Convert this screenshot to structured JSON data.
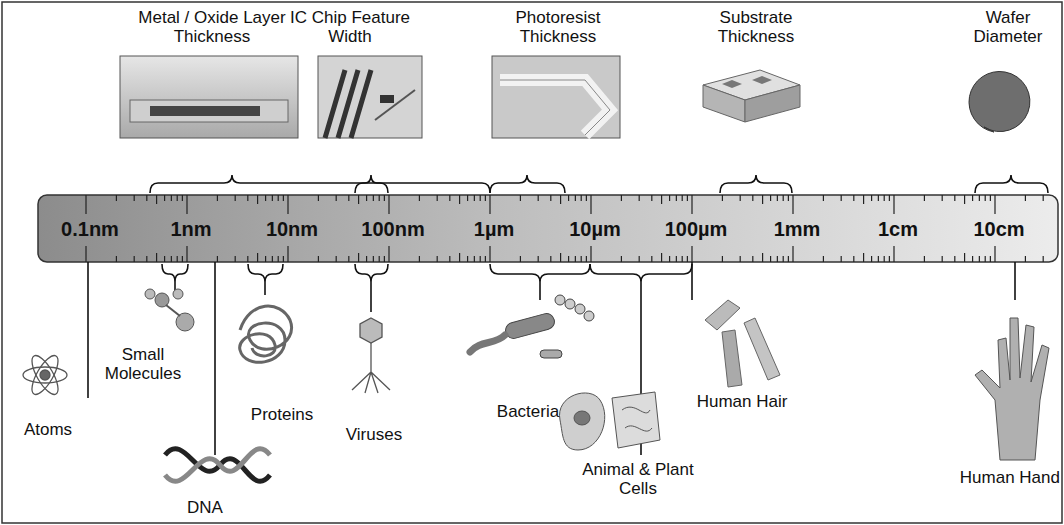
{
  "diagram": {
    "nodes": [
      {
        "text": [
          "0.1nm",
          "1nm",
          "10nm",
          "100nm",
          "1µm",
          "10µm",
          "100µm",
          "1mm",
          "1cm",
          "10cm"
        ]
      }
    ],
    "labels": [
      "Metal / Oxide Layer Thickness",
      "IC Chip Feature Width",
      "Photoresist Thickness",
      "Substrate Thickness",
      "Wafer Diameter",
      "Atoms",
      "Small Molecules",
      "DNA",
      "Proteins",
      "Viruses",
      "Bacteria",
      "Animal & Plant Cells",
      "Human Hair",
      "Human Hand"
    ]
  }
}
